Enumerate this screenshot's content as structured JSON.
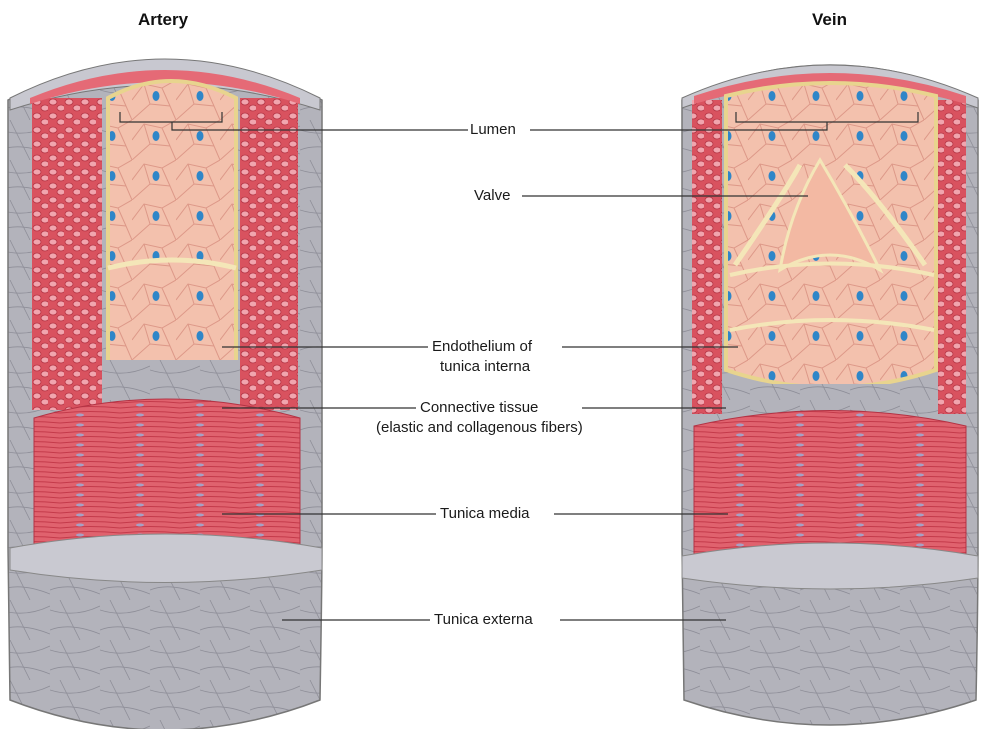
{
  "titles": {
    "artery": "Artery",
    "vein": "Vein"
  },
  "labels": {
    "lumen": "Lumen",
    "valve": "Valve",
    "endothelium_line1": "Endothelium of",
    "endothelium_line2": "tunica interna",
    "connective_line1": "Connective tissue",
    "connective_line2": "(elastic and collagenous fibers)",
    "media": "Tunica media",
    "externa": "Tunica externa"
  },
  "colors": {
    "muscle": "#e0626e",
    "muscle_dark": "#c9404f",
    "endothelium": "#f3c2ae",
    "nucleus": "#2f86c8",
    "connective": "#b4b4bc",
    "externa": "#a9a9b2",
    "basement": "#f4e6b8"
  }
}
